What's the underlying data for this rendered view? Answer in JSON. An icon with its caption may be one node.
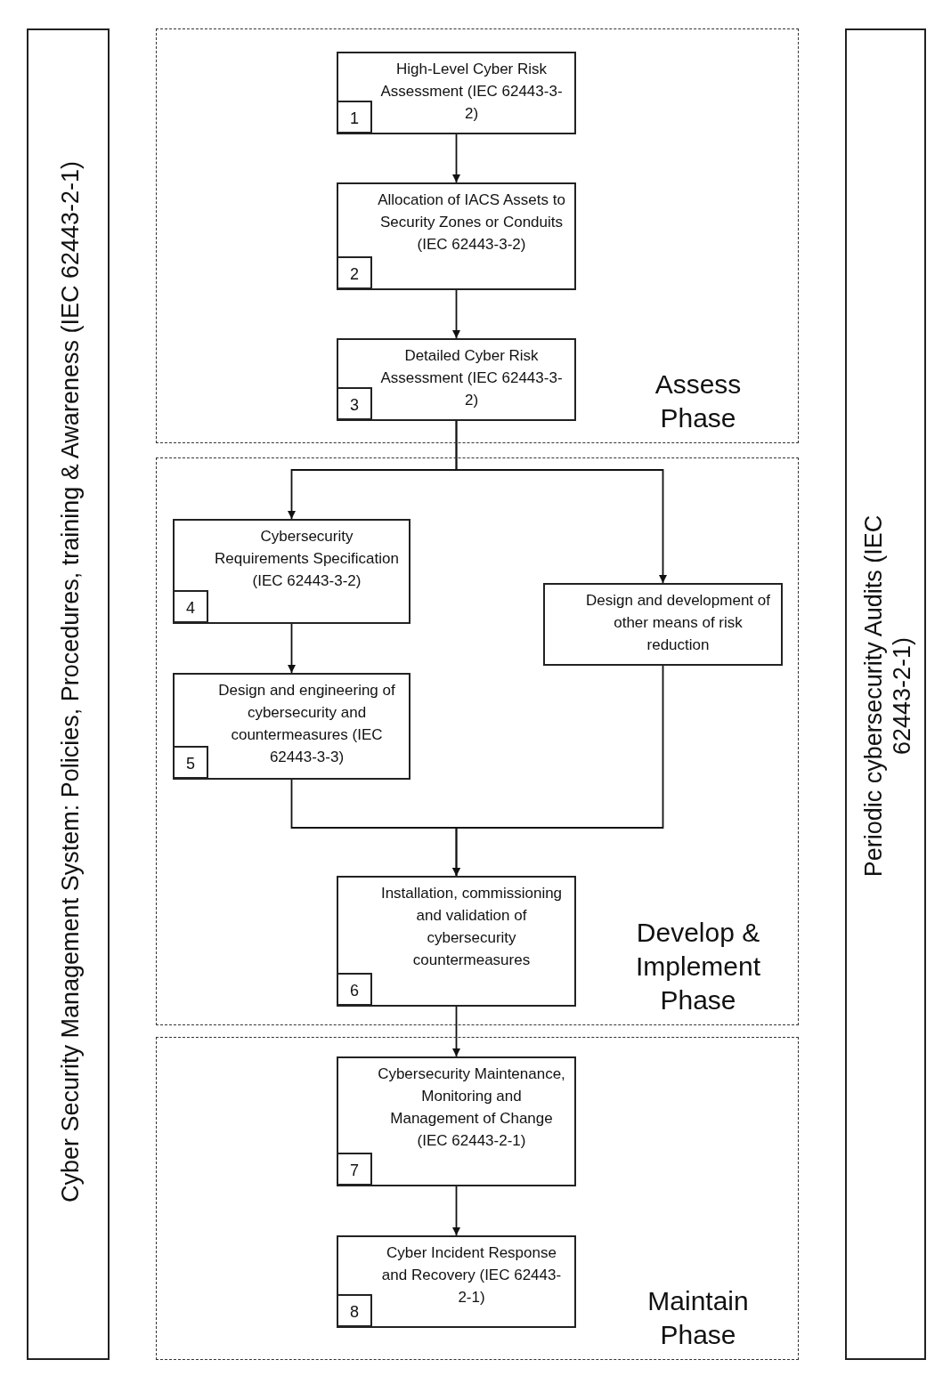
{
  "diagram": {
    "nodes": [
      {
        "text": [
          "Cyber Security Management System: Policies, Procedures, training & Awareness (IEC 62443-2-1)"
        ]
      },
      {
        "text": [
          "Assess Phase"
        ]
      },
      {
        "text": [
          "1",
          "High-Level Cyber Risk Assessment (IEC 62443-3-2)"
        ],
        "in": 1
      },
      {
        "text": [
          "2",
          "Allocation of IACS Assets to Security Zones or Conduits (IEC 62443-3-2)"
        ],
        "in": 1
      },
      {
        "text": [
          "3",
          "Detailed Cyber Risk Assessment (IEC 62443-3-2)"
        ],
        "in": 1
      },
      {
        "text": [
          "Develop & Implement Phase"
        ]
      },
      {
        "text": [
          "4",
          "Cybersecurity Requirements Specification (IEC 62443-3-2)"
        ],
        "in": 5
      },
      {
        "text": [
          "Design and development of other means of risk reduction"
        ],
        "in": 5
      },
      {
        "text": [
          "5",
          "Design and engineering of cybersecurity and countermeasures (IEC 62443-3-3)"
        ],
        "in": 5
      },
      {
        "text": [
          "6",
          "Installation, commissioning and validation of cybersecurity countermeasures"
        ],
        "in": 5
      },
      {
        "text": [
          "Maintain Phase"
        ]
      },
      {
        "text": [
          "7",
          "Cybersecurity Maintenance, Monitoring and Management of Change (IEC 62443-2-1)"
        ],
        "in": 10
      },
      {
        "text": [
          "8",
          "Cyber Incident Response and Recovery (IEC 62443-2-1)"
        ],
        "in": 10
      },
      {
        "text": [
          "Periodic cybersecurity Audits (IEC 62443-2-1)"
        ]
      }
    ],
    "edges": [
      {
        "from": 2,
        "to": 3,
        "arrow": "to"
      },
      {
        "from": 3,
        "to": 4,
        "arrow": "to"
      },
      {
        "from": 4,
        "to": 6,
        "arrow": "to"
      },
      {
        "from": 4,
        "to": 7,
        "arrow": "to"
      },
      {
        "from": 6,
        "to": 8,
        "arrow": "to"
      },
      {
        "from": 8,
        "to": 9,
        "arrow": "to"
      },
      {
        "from": 7,
        "to": 9,
        "arrow": "to"
      },
      {
        "from": 9,
        "to": 11,
        "arrow": "to"
      },
      {
        "from": 11,
        "to": 12,
        "arrow": "to"
      }
    ]
  }
}
